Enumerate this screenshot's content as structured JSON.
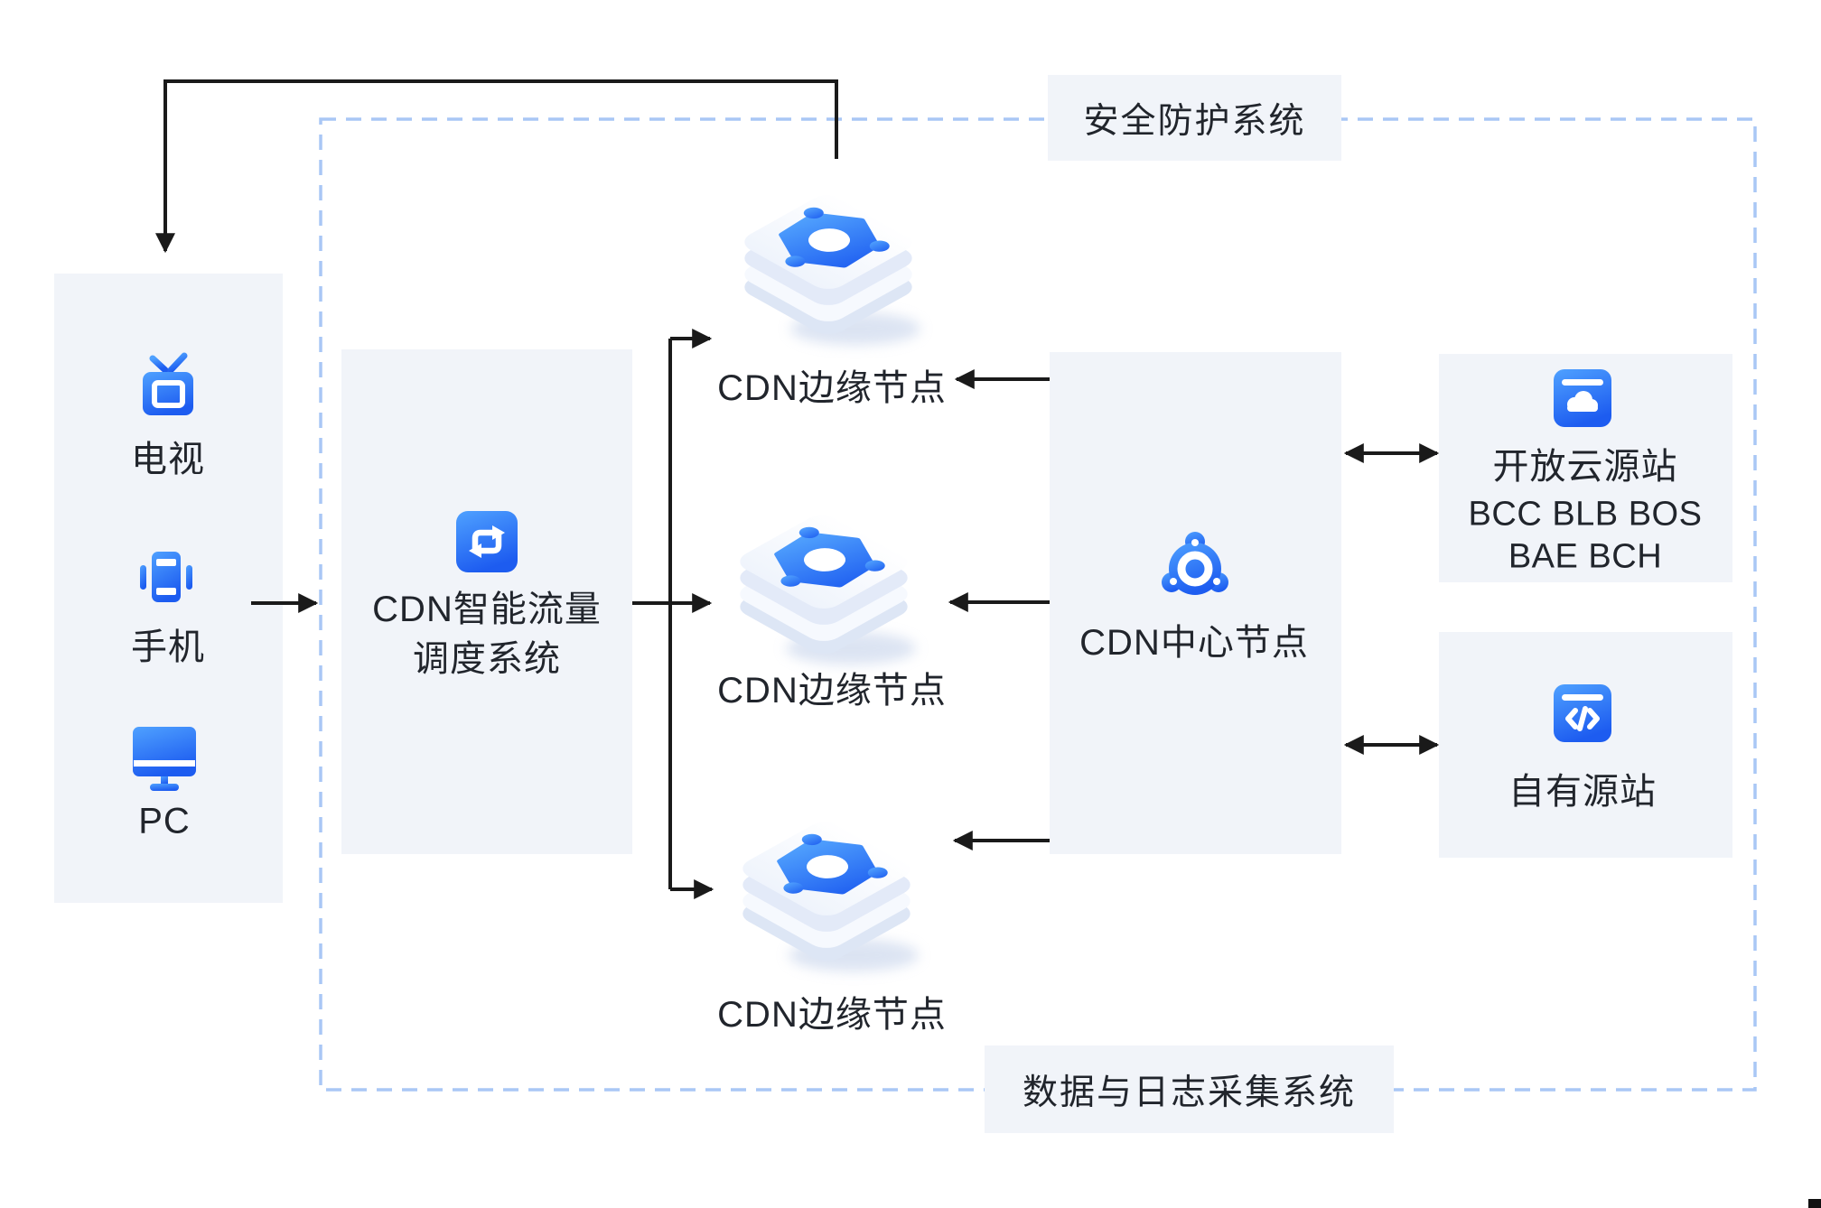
{
  "diagram": {
    "security_label": "安全防护系统",
    "data_collection_label": "数据与日志采集系统",
    "devices": {
      "items": [
        {
          "icon": "tv-icon",
          "label": "电视"
        },
        {
          "icon": "mobile-icon",
          "label": "手机"
        },
        {
          "icon": "pc-icon",
          "label": "PC"
        }
      ]
    },
    "scheduler": {
      "icon": "traffic-swap-icon",
      "title_line1": "CDN智能流量",
      "title_line2": "调度系统"
    },
    "edge_nodes": [
      {
        "icon": "edge-cube-icon",
        "label": "CDN边缘节点"
      },
      {
        "icon": "edge-cube-icon",
        "label": "CDN边缘节点"
      },
      {
        "icon": "edge-cube-icon",
        "label": "CDN边缘节点"
      }
    ],
    "center_node": {
      "icon": "hub-icon",
      "label": "CDN中心节点"
    },
    "origins": {
      "cloud": {
        "icon": "cloud-site-icon",
        "title": "开放云源站",
        "services_line1": "BCC BLB BOS",
        "services_line2": "BAE BCH"
      },
      "own": {
        "icon": "code-site-icon",
        "title": "自有源站"
      }
    },
    "colors": {
      "box_fill": "#f1f4f9",
      "dashed_border": "#a9c7f5",
      "connector": "#1a1a1a",
      "text": "#21252c",
      "icon_blue_start": "#4fa1ff",
      "icon_blue_end": "#1d5cf0"
    }
  }
}
